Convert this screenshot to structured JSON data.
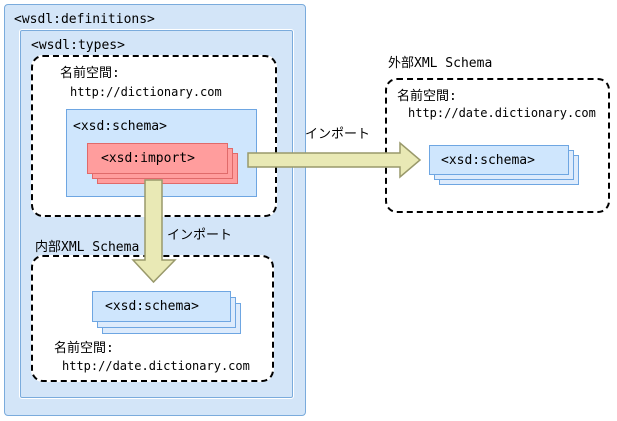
{
  "colors": {
    "box_blue_fill": "#d3e5f8",
    "box_blue_border": "#7aabdc",
    "schema_fill": "#cfe6fd",
    "schema_border": "#6ea6e2",
    "import_fill": "#ff9d9d",
    "import_border": "#e06a6a",
    "arrow_fill": "#e9e9b5",
    "arrow_border": "#99996b"
  },
  "wsdl": {
    "definitions_label": "<wsdl:definitions>",
    "types_label": "<wsdl:types>",
    "inline_schema": {
      "namespace_label": "名前空間:",
      "namespace_uri": "http://dictionary.com",
      "schema_tag": "<xsd:schema>",
      "import_tag": "<xsd:import>"
    }
  },
  "internal_schema": {
    "title": "内部XML Schema",
    "schema_tag": "<xsd:schema>",
    "namespace_label": "名前空間:",
    "namespace_uri": "http://date.dictionary.com"
  },
  "external_schema": {
    "title": "外部XML Schema",
    "namespace_label": "名前空間:",
    "namespace_uri": "http://date.dictionary.com",
    "schema_tag": "<xsd:schema>"
  },
  "arrows": {
    "import_right_label": "インポート",
    "import_down_label": "インポート"
  }
}
